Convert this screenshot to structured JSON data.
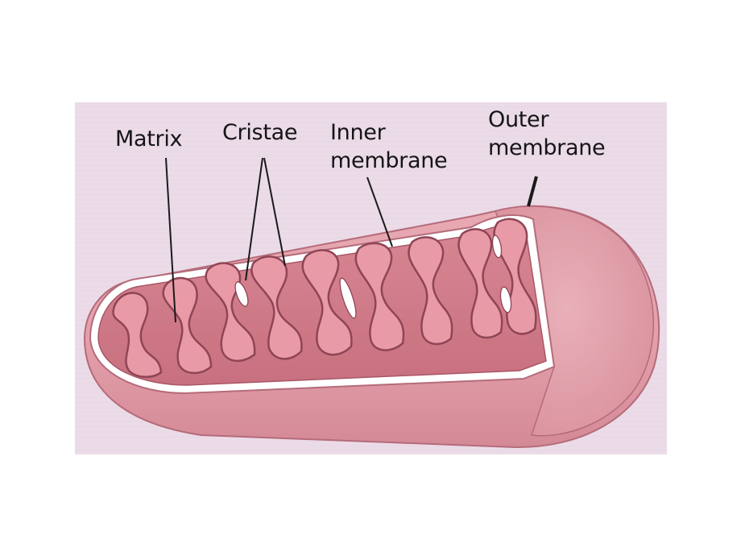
{
  "labels": {
    "matrix": "Matrix",
    "cristae": "Cristae",
    "inner_line1": "Inner",
    "inner_line2": "membrane",
    "outer_line1": "Outer",
    "outer_line2": "membrane"
  }
}
